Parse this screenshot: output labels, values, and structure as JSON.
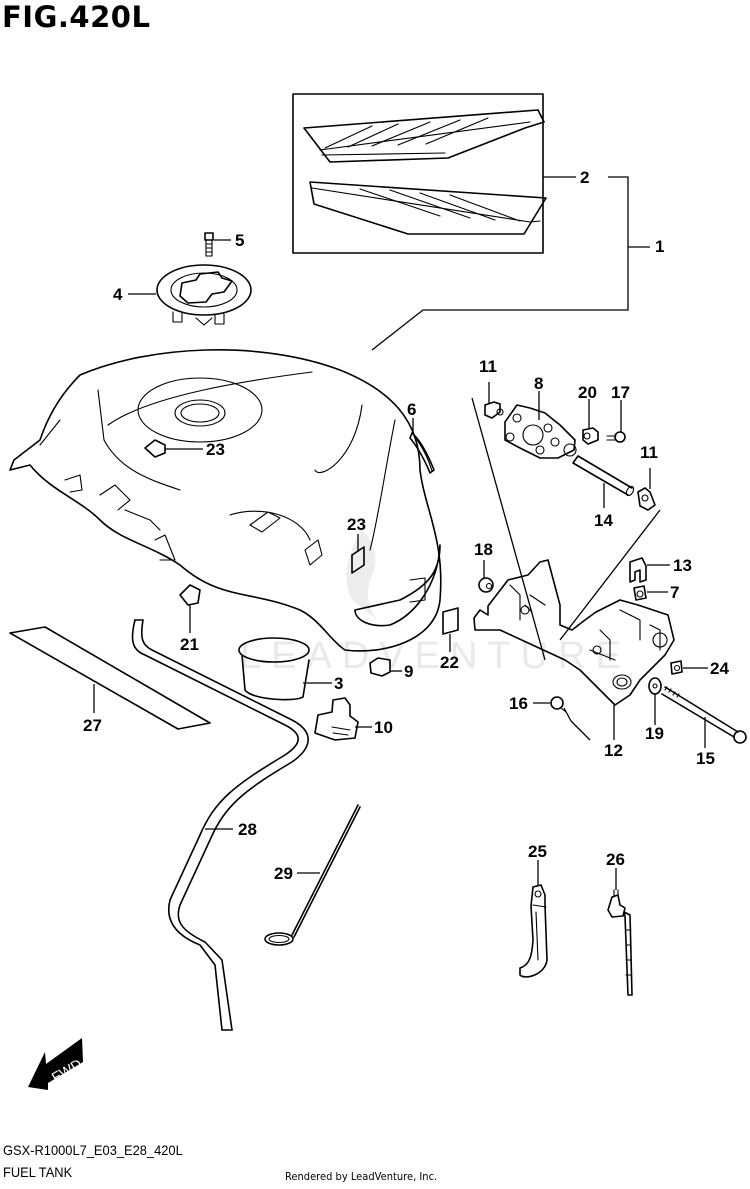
{
  "figure": {
    "title": "FIG.420L",
    "model_code": "GSX-R1000L7_E03_E28_420L",
    "section_name": "FUEL TANK",
    "rendered_by": "Rendered by LeadVenture, Inc.",
    "watermark": "LEADVENTURE",
    "fwd_label": "FWD"
  },
  "callouts": [
    {
      "id": "1",
      "label": "1",
      "part": "fuel-tank-assembly"
    },
    {
      "id": "2",
      "label": "2",
      "part": "tank-side-emblem-set"
    },
    {
      "id": "3",
      "label": "3",
      "part": "tank-band"
    },
    {
      "id": "4",
      "label": "4",
      "part": "fuel-cap-base-plate"
    },
    {
      "id": "5",
      "label": "5",
      "part": "cap-bolt"
    },
    {
      "id": "6",
      "label": "6",
      "part": "side-strip"
    },
    {
      "id": "7",
      "label": "7",
      "part": "nut-clip"
    },
    {
      "id": "8",
      "label": "8",
      "part": "fuel-pump-gasket-plate"
    },
    {
      "id": "9",
      "label": "9",
      "part": "cushion"
    },
    {
      "id": "10",
      "label": "10",
      "part": "rubber-mount"
    },
    {
      "id": "11a",
      "label": "11",
      "part": "grommet-upper"
    },
    {
      "id": "11b",
      "label": "11",
      "part": "grommet-right"
    },
    {
      "id": "12",
      "label": "12",
      "part": "mounting-bracket"
    },
    {
      "id": "13",
      "label": "13",
      "part": "clip"
    },
    {
      "id": "14",
      "label": "14",
      "part": "collar-pipe"
    },
    {
      "id": "15",
      "label": "15",
      "part": "long-bolt"
    },
    {
      "id": "16",
      "label": "16",
      "part": "screw"
    },
    {
      "id": "17",
      "label": "17",
      "part": "small-screw"
    },
    {
      "id": "18",
      "label": "18",
      "part": "grommet-left"
    },
    {
      "id": "19",
      "label": "19",
      "part": "washer"
    },
    {
      "id": "20",
      "label": "20",
      "part": "spacer"
    },
    {
      "id": "21",
      "label": "21",
      "part": "cushion-small"
    },
    {
      "id": "22",
      "label": "22",
      "part": "pad"
    },
    {
      "id": "23a",
      "label": "23",
      "part": "pad-top"
    },
    {
      "id": "23b",
      "label": "23",
      "part": "pad-front"
    },
    {
      "id": "24",
      "label": "24",
      "part": "nut"
    },
    {
      "id": "25",
      "label": "25",
      "part": "tank-prop-stay"
    },
    {
      "id": "26",
      "label": "26",
      "part": "cable-tie-bolt"
    },
    {
      "id": "27",
      "label": "27",
      "part": "protective-sheet"
    },
    {
      "id": "28",
      "label": "28",
      "part": "drain-hose"
    },
    {
      "id": "29",
      "label": "29",
      "part": "wire-tie"
    }
  ]
}
